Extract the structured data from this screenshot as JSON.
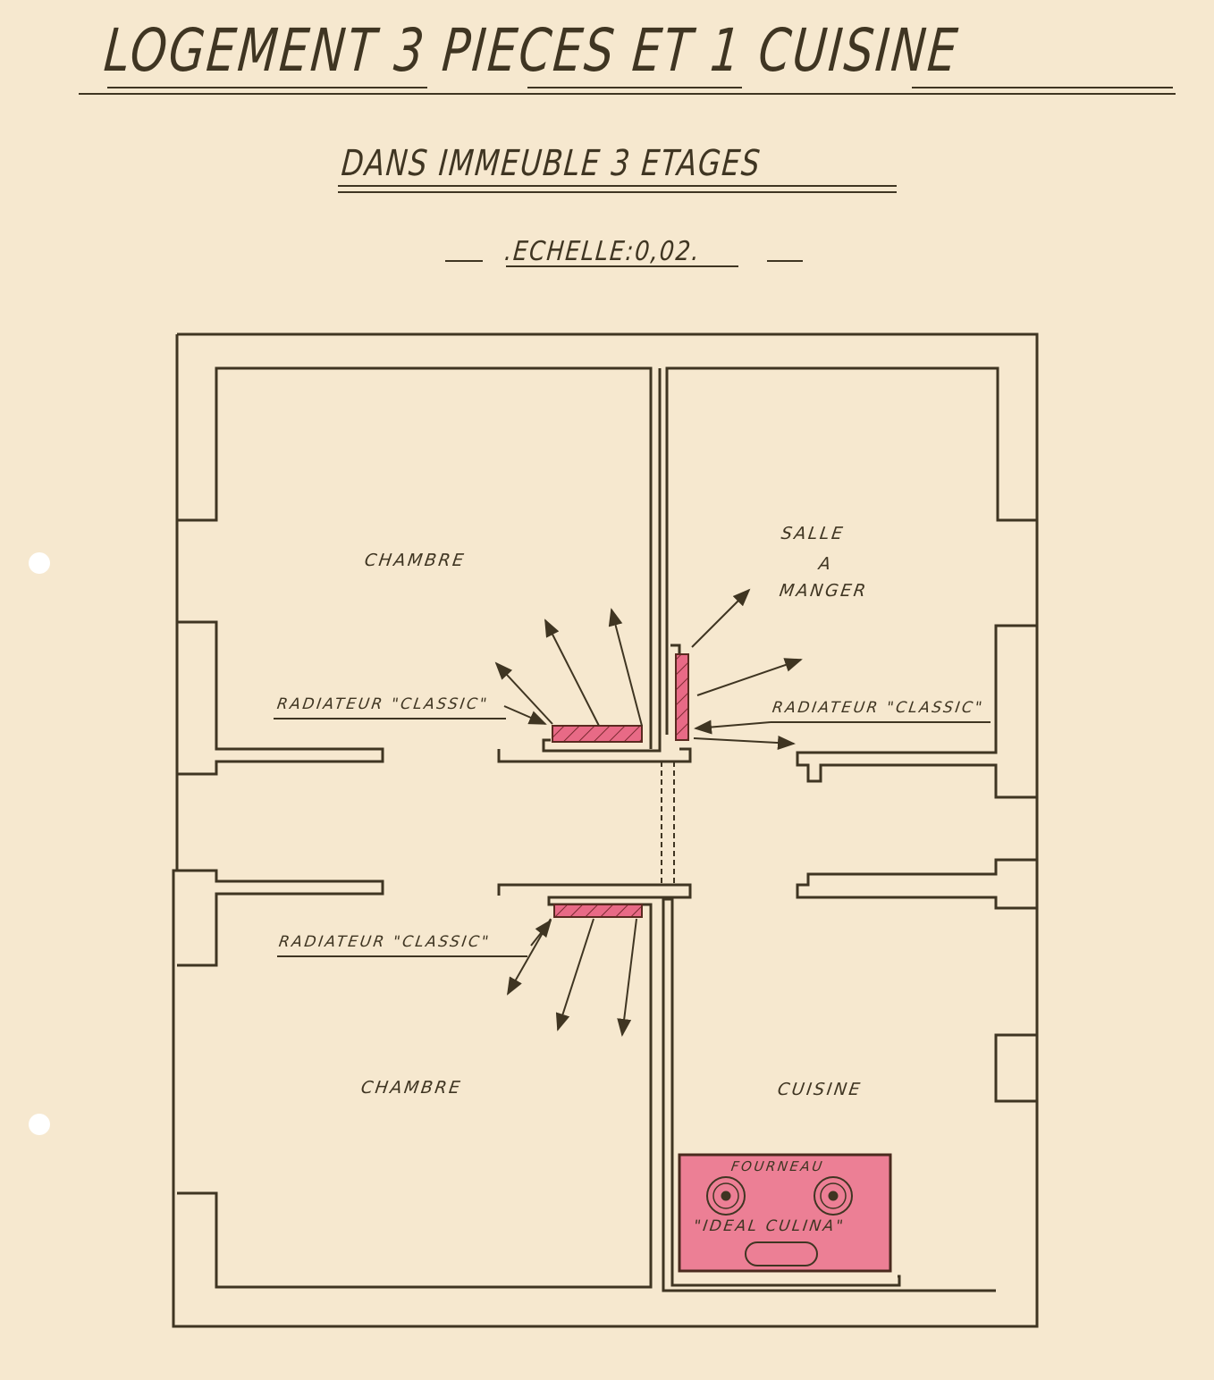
{
  "title": "LOGEMENT 3 PIECES ET 1 CUISINE",
  "subtitle": "DANS IMMEUBLE 3 ETAGES",
  "scale": ".ECHELLE:0,02.",
  "rooms": {
    "top_left": "CHAMBRE",
    "top_right": [
      "SALLE",
      "A",
      "MANGER"
    ],
    "bottom_left": "CHAMBRE",
    "bottom_right": "CUISINE"
  },
  "radiators": [
    {
      "label": "RADIATEUR \"CLASSIC\""
    },
    {
      "label": "RADIATEUR \"CLASSIC\""
    },
    {
      "label": "RADIATEUR \"CLASSIC\""
    }
  ],
  "stove": {
    "line1": "FOURNEAU",
    "line2": "\"IDEAL CULINA\""
  },
  "colors": {
    "paper": "#f6e8cf",
    "ink": "#3f3522",
    "heater": "#e86a86",
    "stove": "#ec7f95"
  }
}
